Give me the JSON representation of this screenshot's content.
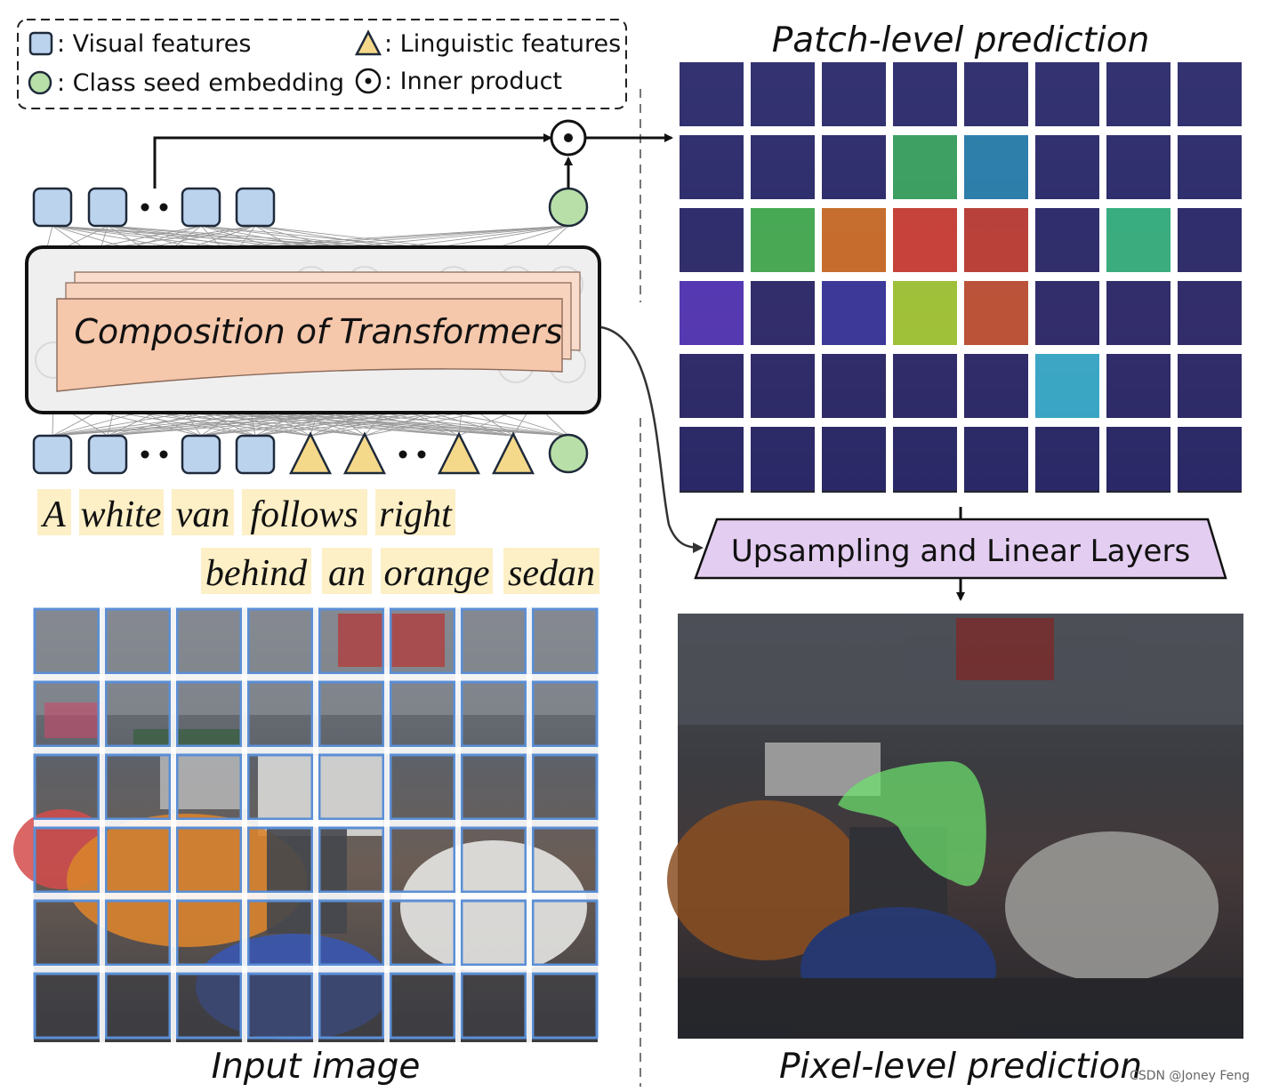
{
  "legend": {
    "visual": ": Visual features",
    "linguistic": ": Linguistic features",
    "seed": ": Class seed embedding",
    "inner": ": Inner product"
  },
  "transformer_label": "Composition of Transformers",
  "sentence_line1": [
    "A",
    "white",
    "van",
    "follows",
    "right"
  ],
  "sentence_line2": [
    "behind",
    "an",
    "orange",
    "sedan"
  ],
  "input_caption": "Input image",
  "patch_title": "Patch-level prediction",
  "upsample_label": "Upsampling and Linear Layers",
  "pixel_caption": "Pixel-level prediction",
  "watermark": "CSDN @Joney Feng",
  "colors": {
    "visual_box": "#bcd3ee",
    "seed_circle": "#b8dfa8",
    "linguistic_triangle": "#f5d98a",
    "word_highlight": "#fdefc6",
    "transformer_fill": "#f7c9ad",
    "upsample_fill": "#e3cdf0",
    "patch_border": "#5b8fd6",
    "mask": "#6ee36e"
  },
  "patch_heatmap": [
    [
      "#2c2a7e",
      "#2c2a7e",
      "#2c2a7e",
      "#2c2a7e",
      "#2c2a7e",
      "#2c2a7e",
      "#2c2a7e",
      "#2c2a7e"
    ],
    [
      "#2c2a7e",
      "#2c2a7e",
      "#2c2a7e",
      "#3fb86a",
      "#2a8fc4",
      "#2c2a7e",
      "#2c2a7e",
      "#2c2a7e"
    ],
    [
      "#2c2a7e",
      "#4cc45a",
      "#e97a2a",
      "#e8453a",
      "#d8433a",
      "#2c2a7e",
      "#3ac98f",
      "#2c2a7e"
    ],
    [
      "#5a3ad0",
      "#2c2a7e",
      "#3b3ab0",
      "#b7e23a",
      "#d85a38",
      "#2c2a7e",
      "#2c2a7e",
      "#2c2a7e"
    ],
    [
      "#2c2a7e",
      "#2c2a7e",
      "#2c2a7e",
      "#2c2a7e",
      "#2c2a7e",
      "#3cc3e8",
      "#2c2a7e",
      "#2c2a7e"
    ],
    [
      "#2c2a7e",
      "#2c2a7e",
      "#2c2a7e",
      "#2c2a7e",
      "#2c2a7e",
      "#2c2a7e",
      "#2c2a7e",
      "#2c2a7e"
    ]
  ]
}
